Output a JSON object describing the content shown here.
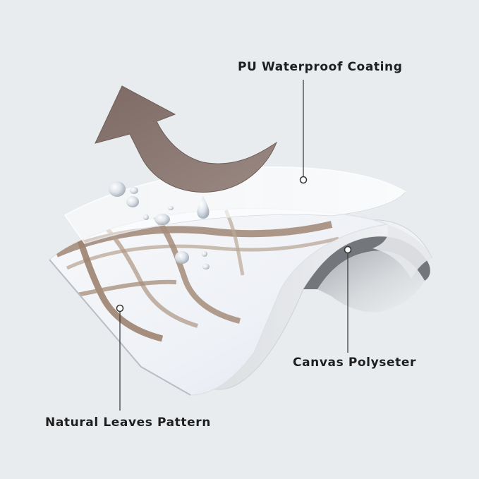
{
  "labels": {
    "pu_coating": "PU Waterproof Coating",
    "canvas": "Canvas Polyseter",
    "leaves": "Natural Leaves Pattern"
  },
  "colors": {
    "background": "#e9ecef",
    "arrow": "#8a7670",
    "leaf_stripe": "#a48c7a",
    "fabric": "#f4f6f9",
    "canvas_underside": "#c9ccd0",
    "text": "#1e1e1e"
  },
  "icons": {
    "arrow": "curved-up-arrow-icon",
    "drops": "water-drop-icon"
  }
}
